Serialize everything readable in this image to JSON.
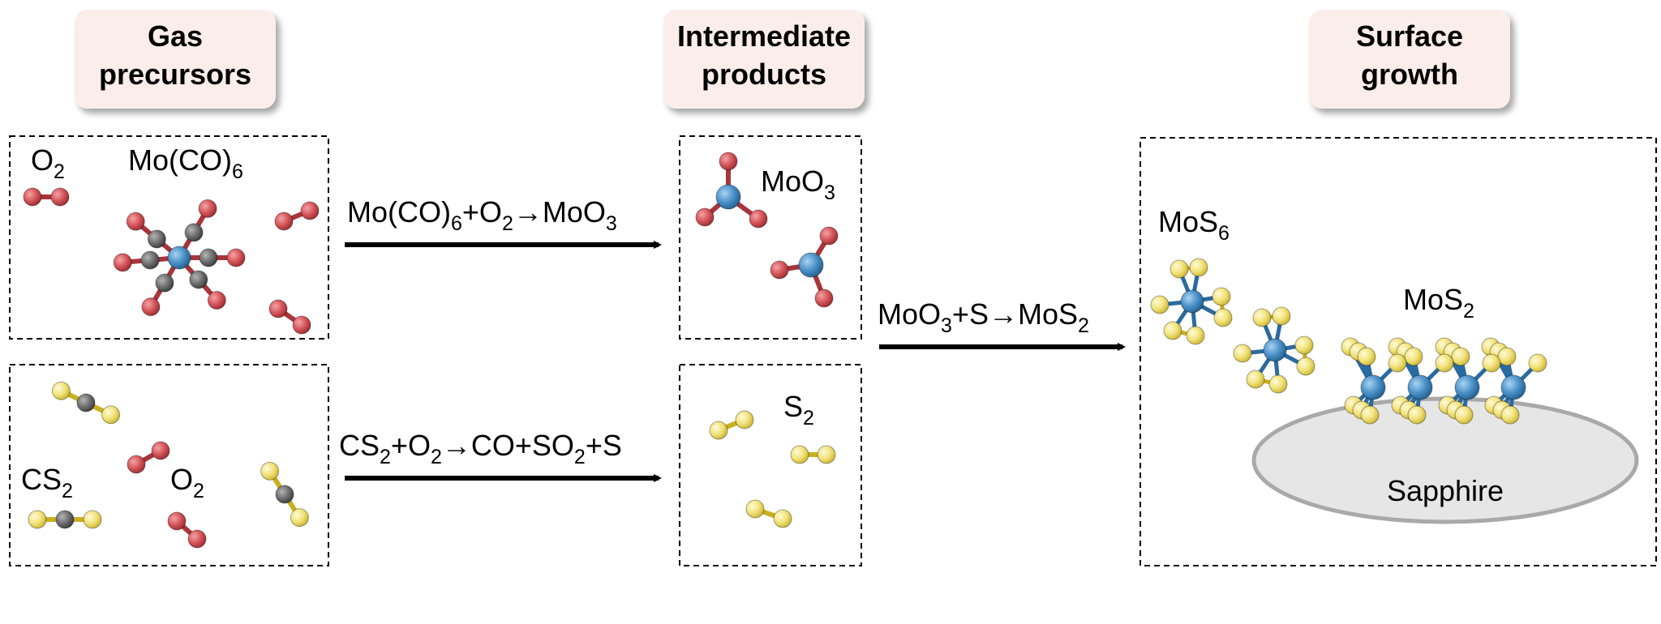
{
  "headers": {
    "gas": [
      "Gas",
      "precursors"
    ],
    "intermediate": [
      "Intermediate",
      "products"
    ],
    "surface": [
      "Surface",
      "growth"
    ]
  },
  "labels": {
    "o2_top": {
      "base": "O",
      "sub": "2"
    },
    "moco6": {
      "base": "Mo(CO)",
      "sub": "6"
    },
    "cs2": {
      "base": "CS",
      "sub": "2"
    },
    "o2_bottom": {
      "base": "O",
      "sub": "2"
    },
    "moo3": {
      "base": "MoO",
      "sub": "3"
    },
    "s2": {
      "base": "S",
      "sub": "2"
    },
    "mos6": {
      "base": "MoS",
      "sub": "6"
    },
    "mos2": {
      "base": "MoS",
      "sub": "2"
    },
    "sapphire": "Sapphire"
  },
  "reactions": {
    "r1": [
      {
        "t": "Mo(CO)"
      },
      {
        "t": "6",
        "sub": true
      },
      {
        "t": "+O"
      },
      {
        "t": "2",
        "sub": true
      },
      {
        "t": "→"
      },
      {
        "t": "MoO"
      },
      {
        "t": "3",
        "sub": true
      }
    ],
    "r2": [
      {
        "t": "CS"
      },
      {
        "t": "2",
        "sub": true
      },
      {
        "t": "+O"
      },
      {
        "t": "2",
        "sub": true
      },
      {
        "t": "→"
      },
      {
        "t": "CO+SO"
      },
      {
        "t": "2",
        "sub": true
      },
      {
        "t": "+S"
      }
    ],
    "r3": [
      {
        "t": "MoO"
      },
      {
        "t": "3",
        "sub": true
      },
      {
        "t": "+S→MoS"
      },
      {
        "t": "2",
        "sub": true
      }
    ]
  },
  "colors": {
    "oxygen": "#d4555a",
    "oxygen_bond": "#a8353b",
    "carbon": "#6f6f6f",
    "molybdenum": "#4a90c8",
    "mo_bond": "#2a6aa0",
    "sulfur": "#f2e27a",
    "sulfur_bond": "#c9b022",
    "header_bg": "#fbeeea",
    "sapphire": "#e6e6e6"
  }
}
